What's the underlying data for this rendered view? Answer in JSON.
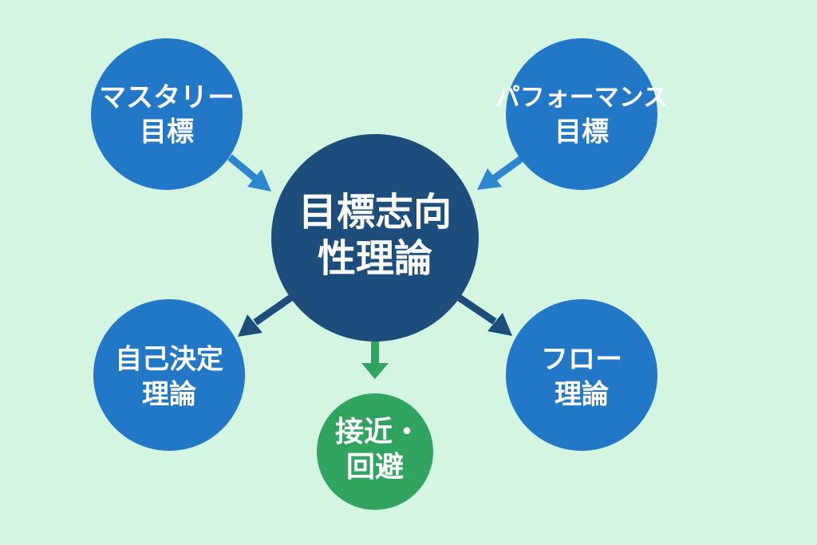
{
  "colors": {
    "background": "#d3f5e2",
    "center": "#1d4d7b",
    "outer": "#2277c7",
    "green_node": "#31a55f",
    "arrow_dark": "#1d4d7b",
    "arrow_blue": "#2e86cf",
    "arrow_green": "#31a55f"
  },
  "center": {
    "line1": "目標志向",
    "line2": "性理論"
  },
  "nodes": {
    "mastery": {
      "line1": "マスタリー",
      "line2": "目標"
    },
    "performance": {
      "line1": "パフォーマンス",
      "line2": "目標"
    },
    "self_determination": {
      "line1": "自己決定",
      "line2": "理論"
    },
    "flow": {
      "line1": "フロー",
      "line2": "理論"
    },
    "approach_avoidance": {
      "line1": "接近・",
      "line2": "回避"
    }
  }
}
